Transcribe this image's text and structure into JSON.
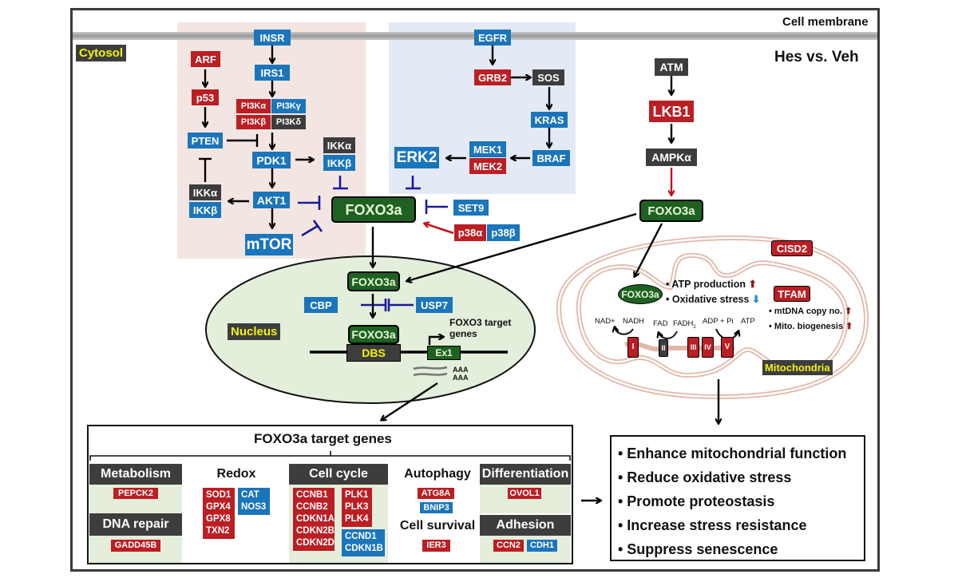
{
  "labels": {
    "cell_membrane": "Cell membrane",
    "cytosol": "Cytosol",
    "comparison": "Hes vs. Veh",
    "nucleus": "Nucleus",
    "mitochondria": "Mitochondria"
  },
  "legend_colors": {
    "upregulated": "#bb1e23",
    "downregulated": "#1b75bb",
    "unchanged": "#3d3d3d",
    "foxo3a": "#1e6121"
  },
  "insulin_pathway": {
    "insr": "INSR",
    "irs1": "IRS1",
    "pi3k_alpha": "PI3Kα",
    "pi3k_gamma": "PI3Kγ",
    "pi3k_beta": "PI3Kβ",
    "pi3k_delta": "PI3Kδ",
    "pdk1": "PDK1",
    "akt1": "AKT1",
    "mtor": "mTOR",
    "arf": "ARF",
    "p53": "p53",
    "pten": "PTEN",
    "ikk_alpha_left": "IKKα",
    "ikk_beta_left": "IKKβ",
    "ikk_alpha_right": "IKKα",
    "ikk_beta_right": "IKKβ"
  },
  "egfr_pathway": {
    "egfr": "EGFR",
    "grb2": "GRB2",
    "sos": "SOS",
    "kras": "KRAS",
    "braf": "BRAF",
    "mek1": "MEK1",
    "mek2": "MEK2",
    "erk2": "ERK2"
  },
  "foxo_regulators": {
    "foxo3a": "FOXO3a",
    "set9": "SET9",
    "p38_alpha": "p38α",
    "p38_beta": "p38β"
  },
  "ampk_pathway": {
    "atm": "ATM",
    "lkb1": "LKB1",
    "ampk_alpha": "AMPKα",
    "foxo3a": "FOXO3a"
  },
  "nucleus": {
    "foxo3a_top": "FOXO3a",
    "foxo3a_bound": "FOXO3a",
    "cbp": "CBP",
    "usp7": "USP7",
    "dbs": "DBS",
    "ex1": "Ex1",
    "target_label_line1": "FOXO3 target",
    "target_label_line2": "genes",
    "polya_1": "AAA",
    "polya_2": "AAA"
  },
  "mitochondria": {
    "cisd2": "CISD2",
    "tfam": "TFAM",
    "foxo3a": "FOXO3a",
    "atp_production": "• ATP production",
    "oxidative_stress": "• Oxidative stress",
    "mtdna": "• mtDNA copy no.",
    "biogenesis": "• Mito. biogenesis",
    "nad": "NAD+",
    "nadh": "NADH",
    "fad": "FAD",
    "fadh2": "FADH",
    "fadh2_sub": "2",
    "adp_pi": "ADP + Pi",
    "atp": "ATP",
    "complexes": [
      "I",
      "II",
      "III",
      "IV",
      "V"
    ]
  },
  "target_genes": {
    "title": "FOXO3a target genes",
    "metabolism": {
      "title": "Metabolism",
      "up": [
        "PEPCK2"
      ]
    },
    "dna_repair": {
      "title": "DNA repair",
      "up": [
        "GADD45B"
      ]
    },
    "redox": {
      "title": "Redox",
      "up": [
        "SOD1",
        "GPX4",
        "GPX8",
        "TXN2"
      ],
      "down": [
        "CAT",
        "NOS3"
      ]
    },
    "cell_cycle": {
      "title": "Cell cycle",
      "up_a": [
        "CCNB1",
        "CCNB2",
        "CDKN1A",
        "CDKN2B",
        "CDKN2D"
      ],
      "up_b": [
        "PLK1",
        "PLK3",
        "PLK4"
      ],
      "down": [
        "CCND1",
        "CDKN1B"
      ]
    },
    "autophagy": {
      "title": "Autophagy",
      "up": [
        "ATG8A"
      ],
      "down": [
        "BNIP3"
      ]
    },
    "cell_survival": {
      "title": "Cell survival",
      "up": [
        "IER3"
      ]
    },
    "differentiation": {
      "title": "Differentiation",
      "up": [
        "OVOL1"
      ]
    },
    "adhesion": {
      "title": "Adhesion",
      "up": [
        "CCN2"
      ],
      "down": [
        "CDH1"
      ]
    }
  },
  "outcomes": [
    "• Enhance mitochondrial function",
    "• Reduce oxidative stress",
    "• Promote proteostasis",
    "• Increase stress resistance",
    "• Suppress senescence"
  ]
}
